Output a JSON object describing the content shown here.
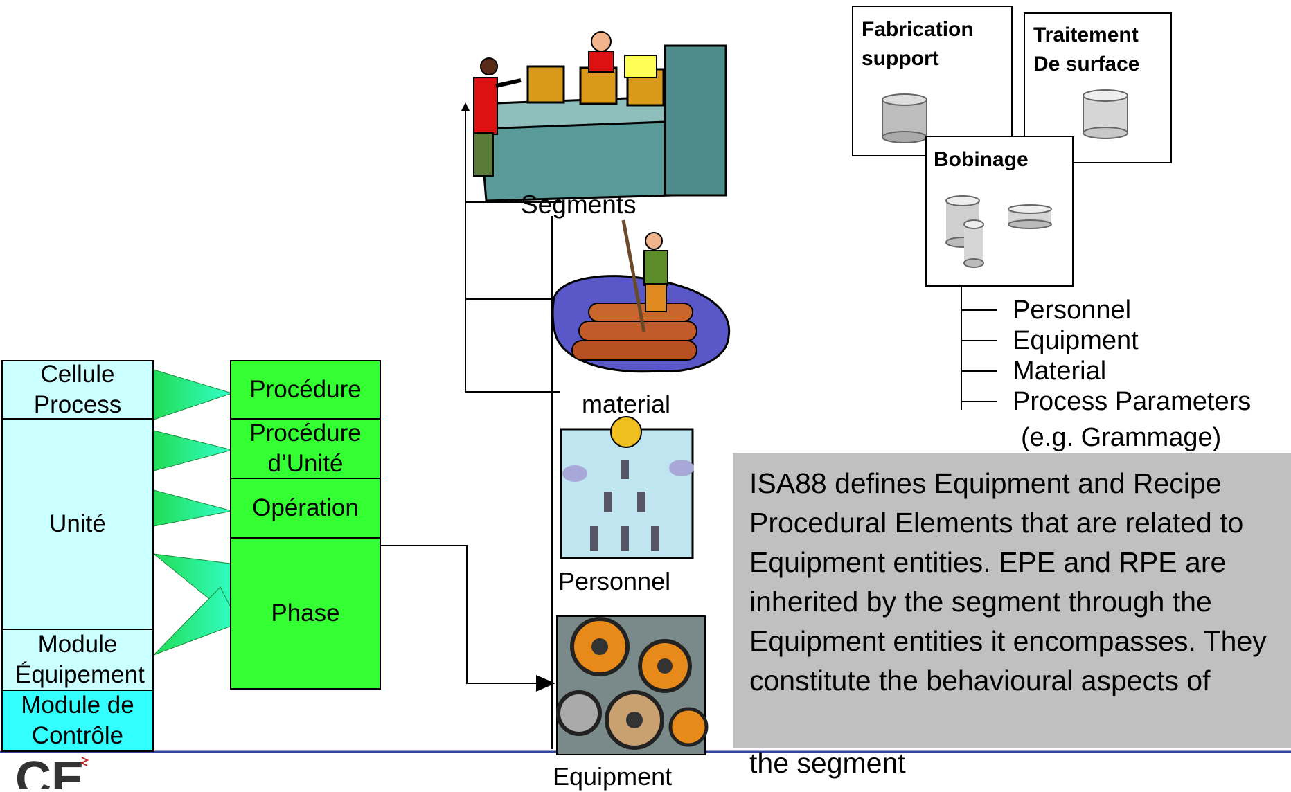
{
  "hierarchy": {
    "levels": [
      "Cellule Process",
      "Unité",
      "Module Équipement",
      "Module de Contrôle"
    ],
    "procedures": [
      "Procédure",
      "Procédure d’Unité",
      "Opération",
      "Phase"
    ]
  },
  "resources": {
    "segments": "Segments",
    "material": "material",
    "personnel": "Personnel",
    "equipment": "Equipment"
  },
  "process_segments": {
    "fabrication": "Fabrication\nsupport",
    "traitement": "Traitement\nDe surface",
    "bobinage": "Bobinage",
    "parameters": [
      "Personnel",
      "Equipment",
      "Material",
      "Process Parameters",
      "(e.g. Grammage)"
    ]
  },
  "note": {
    "text": "ISA88 defines Equipment and Recipe Procedural Elements that are related to Equipment entities. EPE and RPE are inherited by the segment through the Equipment entities it encompasses. They constitute the behavioural aspects of",
    "tail": "the segment"
  },
  "colors": {
    "level_fill": "#ccffff",
    "control_fill": "#33ffff",
    "procedure_fill": "#33ff33",
    "wedge_fill": "#33ee88",
    "note_fill": "#c0c0c0",
    "footer_line": "#334499"
  }
}
